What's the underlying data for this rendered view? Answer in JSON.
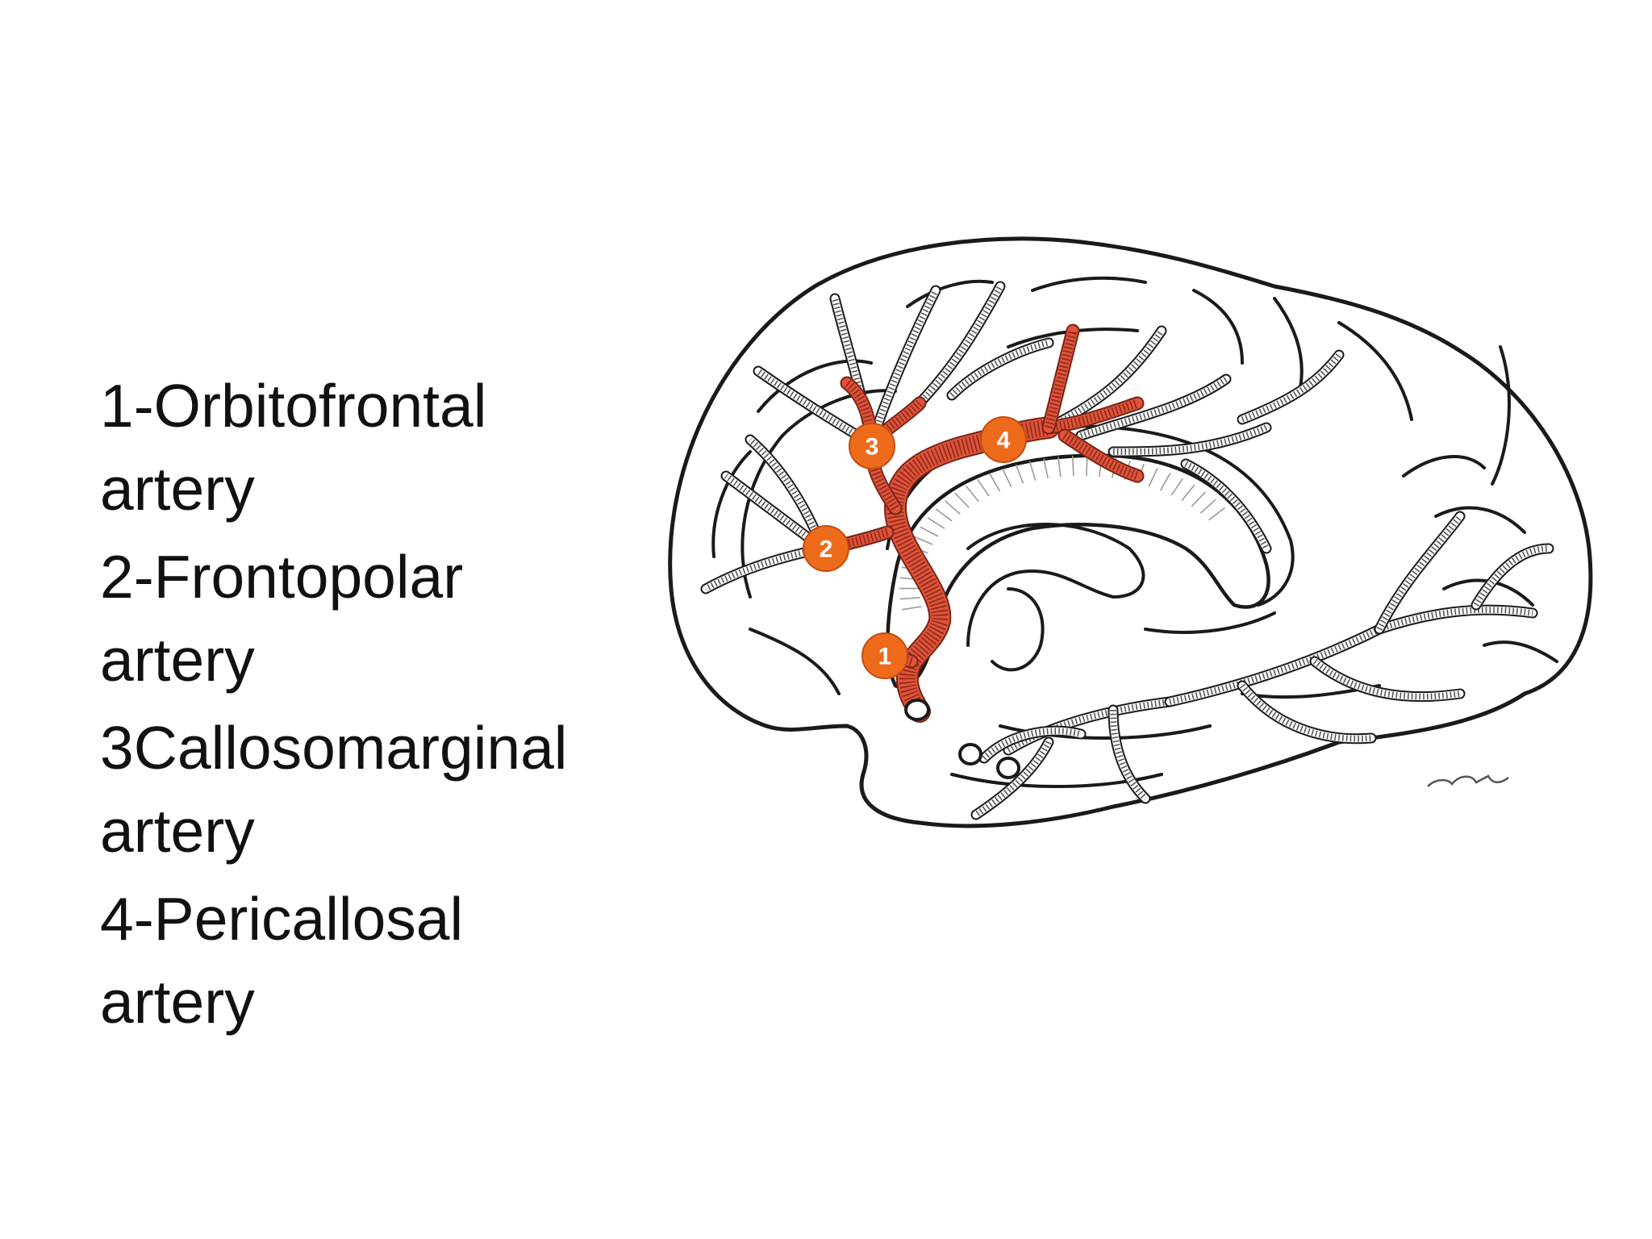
{
  "legend": [
    {
      "line1": "1-Orbitofrontal",
      "line2": "artery"
    },
    {
      "line1": "2-Frontopolar",
      "line2": "artery"
    },
    {
      "line1": "3Callosomarginal",
      "line2": "artery"
    },
    {
      "line1": "4-Pericallosal",
      "line2": "artery"
    }
  ],
  "markers": [
    "1",
    "2",
    "3",
    "4"
  ],
  "colors": {
    "highlight_artery": "#e0533a",
    "marker": "#ef6b1c",
    "outline": "#1a1a1a"
  }
}
